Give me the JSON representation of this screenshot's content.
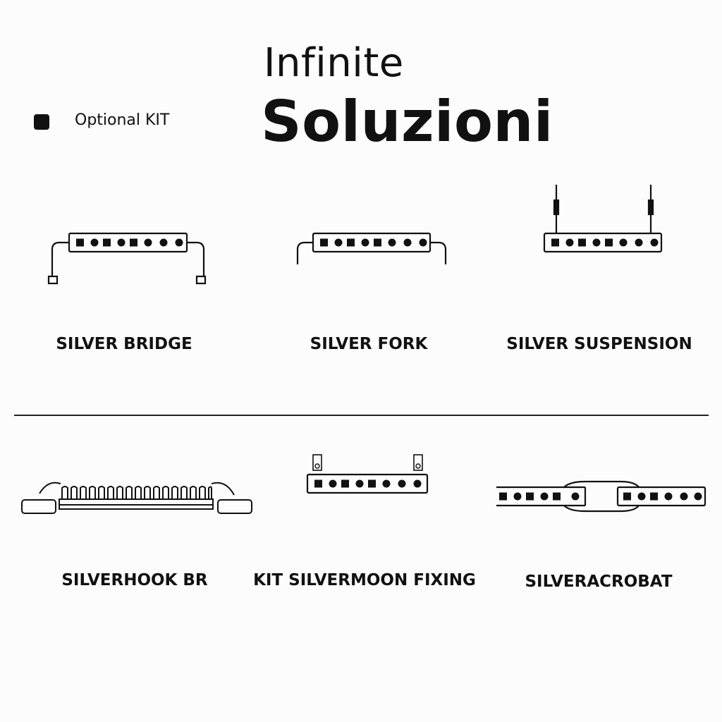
{
  "header": {
    "title_line1": "Infinite",
    "title_line2": "Soluzioni"
  },
  "legend": {
    "label": "Optional KIT",
    "swatch_color": "#111111"
  },
  "products": [
    {
      "label": "SILVER BRIDGE"
    },
    {
      "label": "SILVER FORK"
    },
    {
      "label": "SILVER SUSPENSION"
    },
    {
      "label": "SILVERHOOK BR"
    },
    {
      "label": "KIT SILVERMOON FIXING"
    },
    {
      "label": "SILVERACROBAT"
    }
  ],
  "colors": {
    "ink": "#111111",
    "background": "#fcfcfc"
  }
}
